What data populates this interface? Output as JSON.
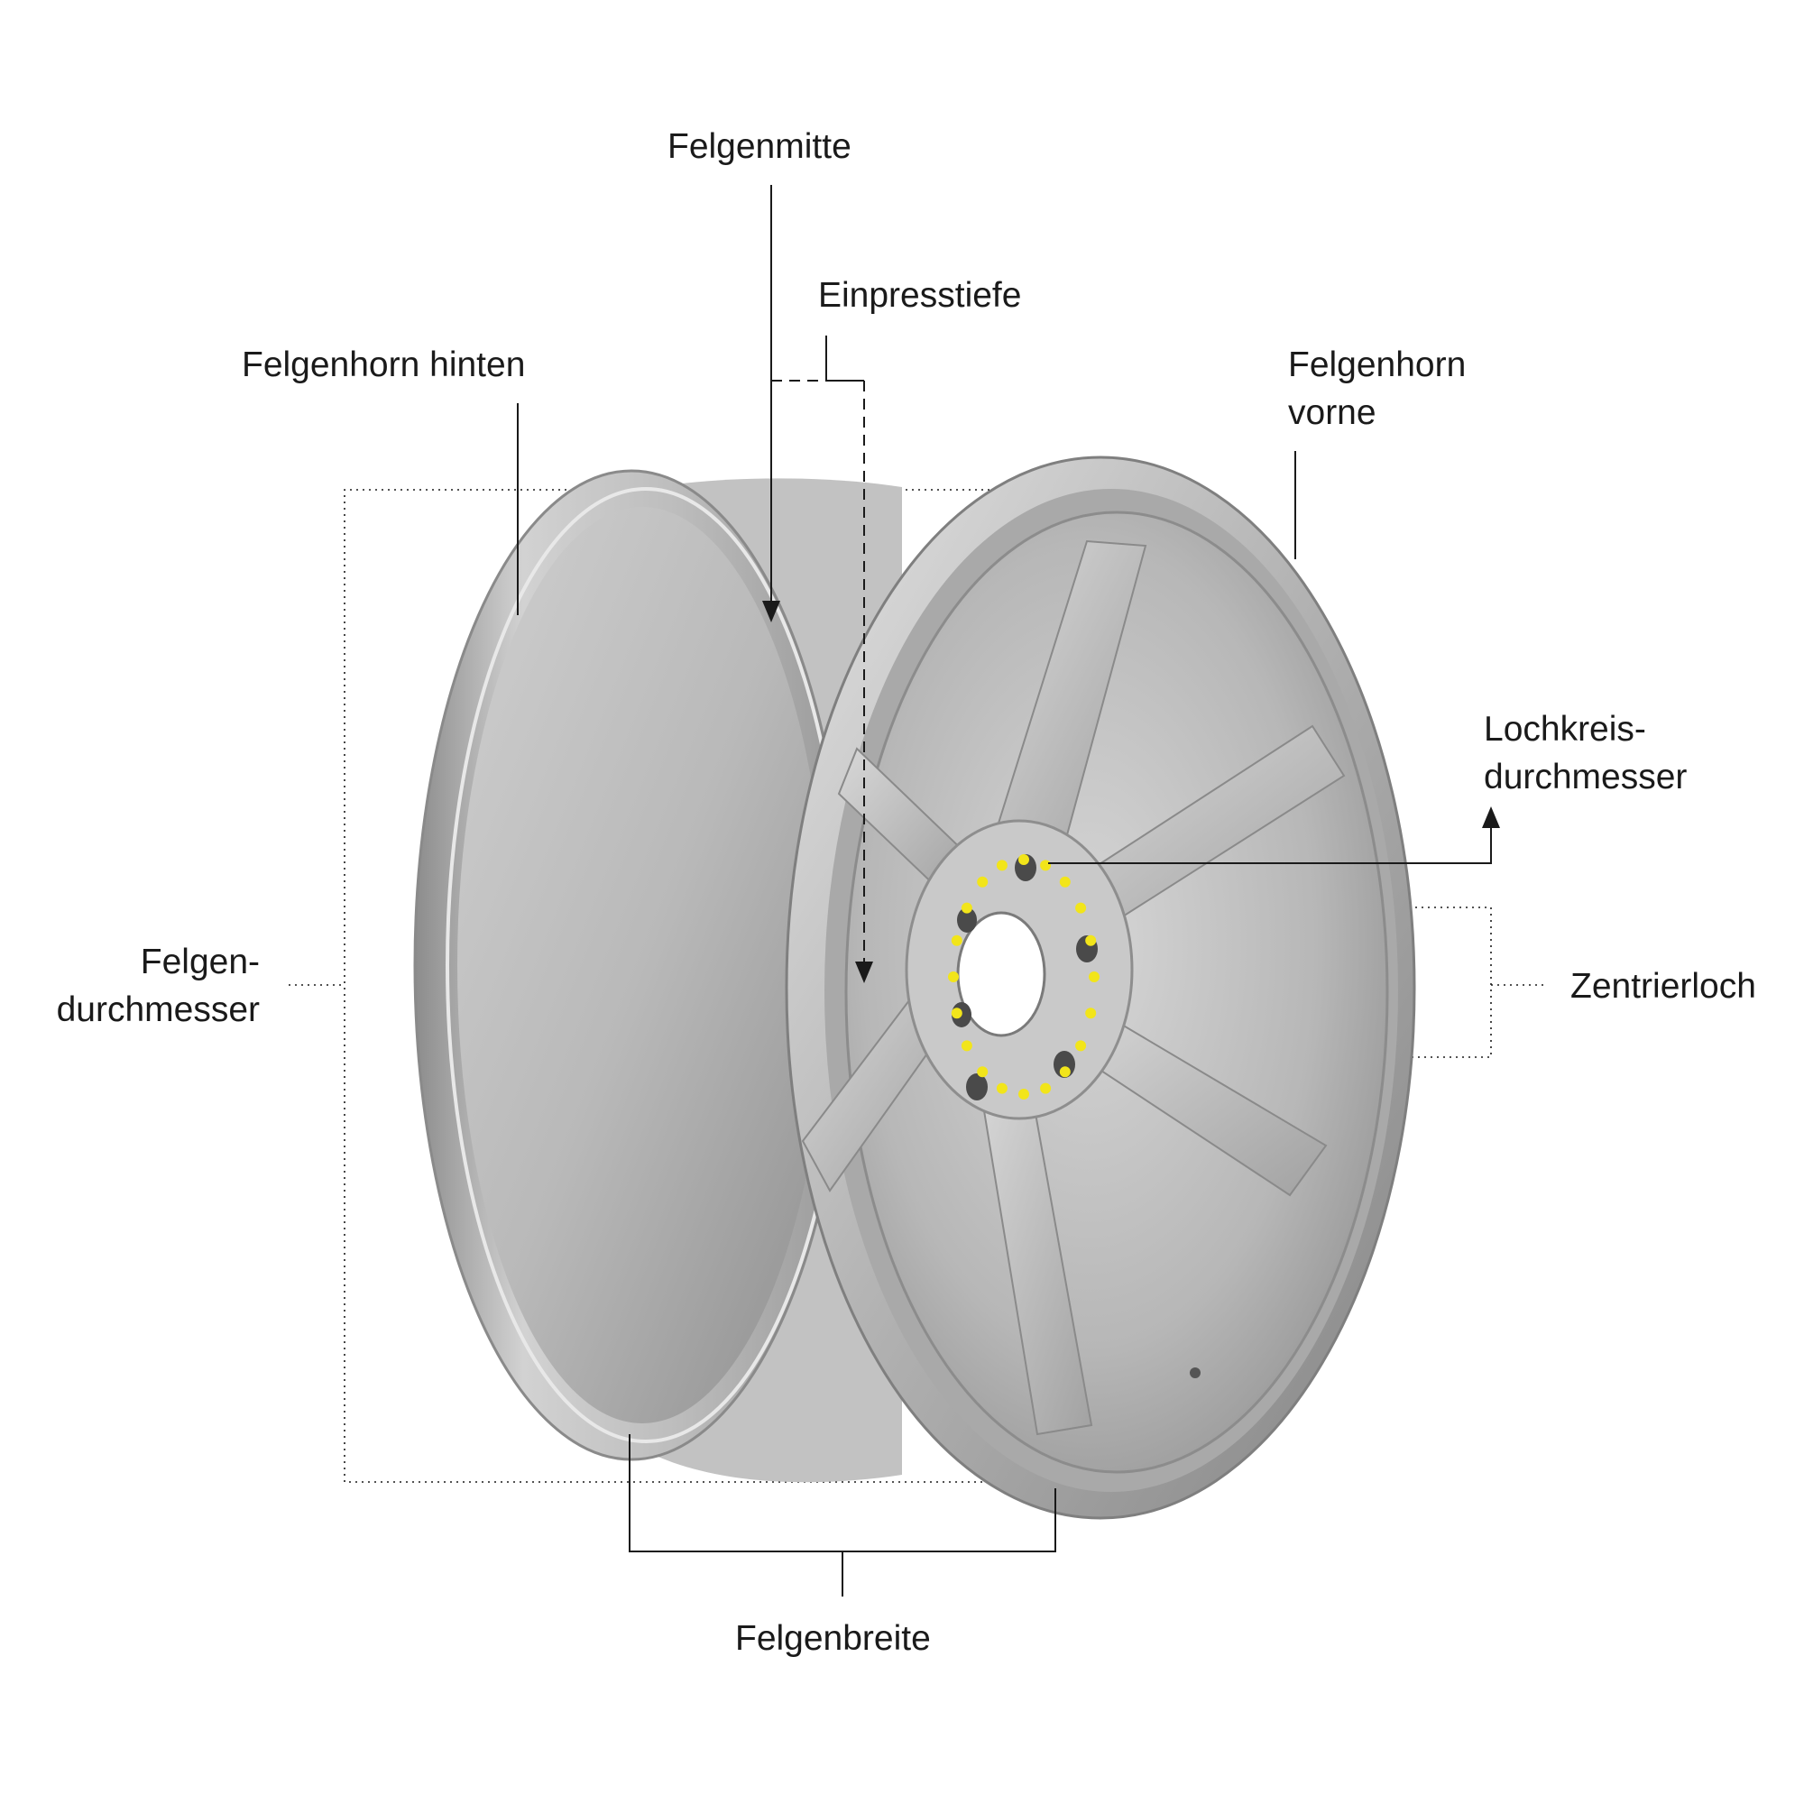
{
  "labels": {
    "felgenmitte": "Felgenmitte",
    "einpresstiefe": "Einpresstiefe",
    "felgenhorn_hinten": "Felgenhorn hinten",
    "felgenhorn_vorne_line1": "Felgenhorn",
    "felgenhorn_vorne_line2": "vorne",
    "lochkreis_line1": "Lochkreis-",
    "lochkreis_line2": "durchmesser",
    "felgendurchmesser_line1": "Felgen-",
    "felgendurchmesser_line2": "durchmesser",
    "zentrierloch": "Zentrierloch",
    "felgenbreite": "Felgenbreite"
  },
  "colors": {
    "text": "#1a1a1a",
    "line": "#1a1a1a",
    "bolt_circle": "#f2e51a",
    "rim_light": "#dcdcdc",
    "rim_mid": "#b4b4b4",
    "rim_dark": "#7a7a7a",
    "background": "#ffffff"
  },
  "wheel": {
    "spoke_count": 6,
    "lug_count": 6
  }
}
